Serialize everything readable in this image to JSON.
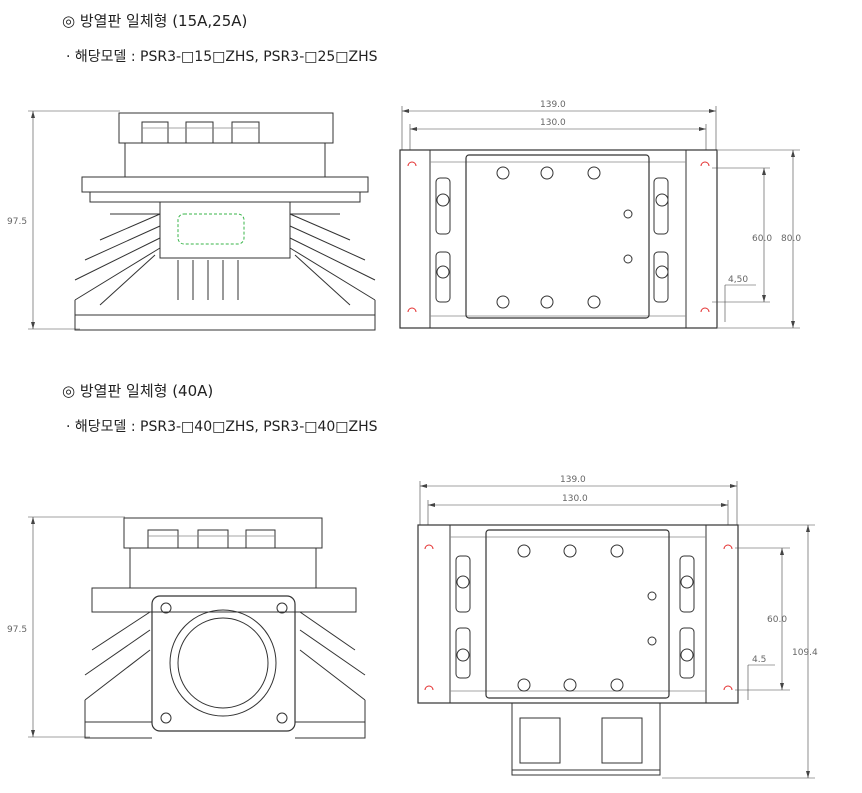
{
  "section1": {
    "heading": "◎ 방열판 일체형 (15A,25A)",
    "models": "· 해당모델 : PSR3-□15□ZHS, PSR3-□25□ZHS",
    "dims": {
      "height": "97.5",
      "width_outer": "139.0",
      "width_inner": "130.0",
      "hole_span": "60.0",
      "depth": "80.0",
      "hole": "4,50"
    }
  },
  "section2": {
    "heading": "◎ 방열판 일체형 (40A)",
    "models": "· 해당모델 : PSR3-□40□ZHS, PSR3-□40□ZHS",
    "dims": {
      "height": "97.5",
      "width_outer": "139.0",
      "width_inner": "130.0",
      "hole_span": "60.0",
      "depth": "109.4",
      "hole": "4.5"
    }
  },
  "colors": {
    "line": "#333333",
    "mount_hole": "#e43030",
    "center_mark": "#39b54a"
  }
}
